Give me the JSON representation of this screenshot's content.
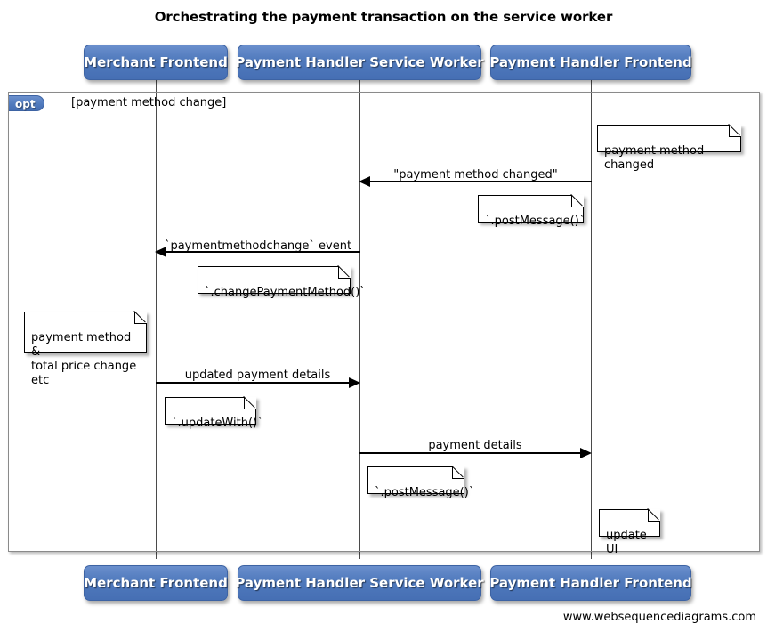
{
  "diagram": {
    "title": "Orchestrating the payment transaction on the service worker",
    "footer": "www.websequencediagrams.com",
    "type": "uml-sequence-diagram",
    "accent_color": "#4f79bc",
    "line_color": "#000000"
  },
  "participants": [
    {
      "id": "merchant-frontend",
      "label": "Merchant Frontend"
    },
    {
      "id": "payment-handler-service-worker",
      "label": "Payment Handler Service Worker"
    },
    {
      "id": "payment-handler-frontend",
      "label": "Payment Handler Frontend"
    }
  ],
  "fragment": {
    "operator": "opt",
    "guard": "[payment method change]"
  },
  "messages": [
    {
      "id": "payment-method-changed",
      "label": "\"payment method changed\"",
      "from": "payment-handler-frontend",
      "to": "payment-handler-service-worker",
      "direction": "left"
    },
    {
      "id": "paymentmethodchange-event",
      "label": "`paymentmethodchange` event",
      "from": "payment-handler-service-worker",
      "to": "merchant-frontend",
      "direction": "left"
    },
    {
      "id": "updated-payment-details",
      "label": "updated payment details",
      "from": "merchant-frontend",
      "to": "payment-handler-service-worker",
      "direction": "right"
    },
    {
      "id": "payment-details",
      "label": "payment details",
      "from": "payment-handler-service-worker",
      "to": "payment-handler-frontend",
      "direction": "right"
    }
  ],
  "notes": [
    {
      "id": "note-payment-method-changed",
      "text": "payment method changed",
      "over": "payment-handler-frontend"
    },
    {
      "id": "note-post-message-1",
      "text": "`.postMessage()`",
      "over": "payment-handler-service-worker"
    },
    {
      "id": "note-change-payment-method",
      "text": "`.changePaymentMethod()`",
      "over": "payment-handler-service-worker"
    },
    {
      "id": "note-payment-method-total-price",
      "text": "payment method &\ntotal price change etc",
      "over": "merchant-frontend"
    },
    {
      "id": "note-update-with",
      "text": "`.updateWith()`",
      "over": "merchant-frontend"
    },
    {
      "id": "note-post-message-2",
      "text": "`.postMessage()`",
      "over": "payment-handler-service-worker"
    },
    {
      "id": "note-update-ui",
      "text": "update UI",
      "over": "payment-handler-frontend"
    }
  ]
}
